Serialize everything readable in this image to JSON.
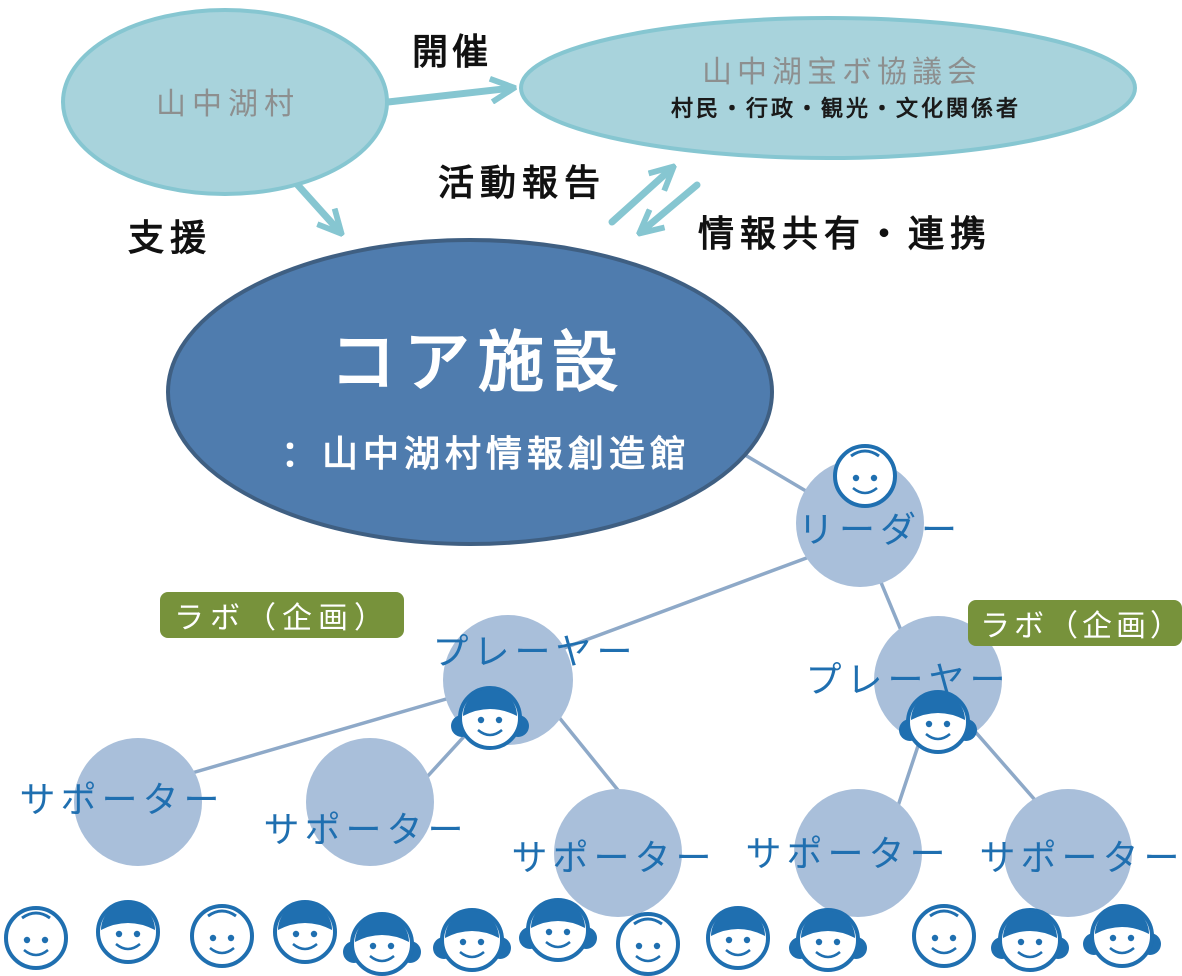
{
  "top": {
    "village": "山中湖村",
    "council_title": "山中湖宝ボ協議会",
    "council_members": "村民・行政・観光・文化関係者"
  },
  "relations": {
    "host": "開催",
    "support": "支援",
    "report": "活動報告",
    "share": "情報共有・連携"
  },
  "core": {
    "title": "コア施設",
    "subtitle": "：山中湖村情報創造館"
  },
  "roles": {
    "leader": "リーダー",
    "player": "プレーヤー",
    "supporter": "サポーター"
  },
  "lab_tag": "ラボ（企画）",
  "colors": {
    "light_teal": "#a8d3dc",
    "teal_text": "#8d8f8f",
    "arrow": "#86c6d1",
    "core_fill": "#4f7cae",
    "core_stroke": "#3f5f82",
    "node_fill": "#a9bfda",
    "line": "#8ea9c8",
    "lab_fill": "#77923b",
    "role_text": "#1f6fb0",
    "face_blue": "#1f6fb0"
  },
  "icons": [
    "smiley-face-icon",
    "girl-face-icon",
    "boy-face-icon"
  ]
}
